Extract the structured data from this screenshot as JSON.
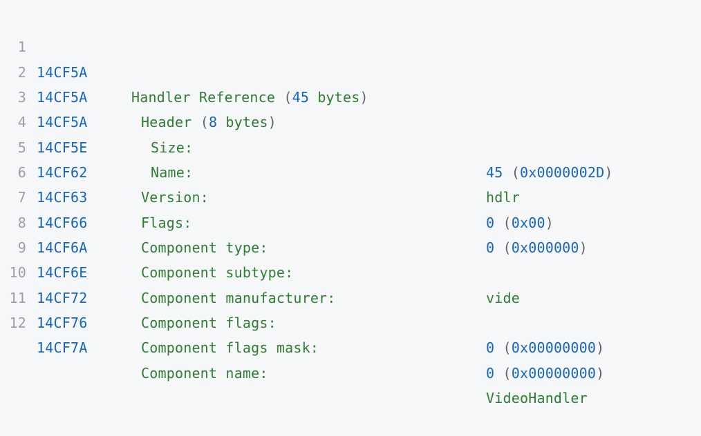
{
  "colors": {
    "background": "#f6f7f8",
    "line_number": "#9aa0a6",
    "address": "#1565c0",
    "label": "#2e7d32",
    "number": "#1565c0",
    "punctuation": "#5f6368"
  },
  "lines": [
    {
      "number": "1",
      "address": "14CF5A",
      "label_parts": {
        "text": "Handler Reference ",
        "open": "(",
        "num": "45",
        "unit": " bytes",
        "close": ")"
      }
    },
    {
      "number": "2",
      "address": "14CF5A",
      "label_parts": {
        "text": "Header ",
        "open": "(",
        "num": "8",
        "unit": " bytes",
        "close": ")"
      }
    },
    {
      "number": "3",
      "address": "14CF5A",
      "label": "Size:",
      "value_parts": {
        "num": "45",
        "open": " (",
        "hex": "0x0000002D",
        "close": ")"
      }
    },
    {
      "number": "4",
      "address": "14CF5E",
      "label": "Name:",
      "value_text": "hdlr"
    },
    {
      "number": "5",
      "address": "14CF62",
      "label": "Version:",
      "value_parts": {
        "num": "0",
        "open": " (",
        "hex": "0x00",
        "close": ")"
      }
    },
    {
      "number": "6",
      "address": "14CF63",
      "label": "Flags:",
      "value_parts": {
        "num": "0",
        "open": " (",
        "hex": "0x000000",
        "close": ")"
      }
    },
    {
      "number": "7",
      "address": "14CF66",
      "label": "Component type:"
    },
    {
      "number": "8",
      "address": "14CF6A",
      "label": "Component subtype:",
      "value_text": "vide"
    },
    {
      "number": "9",
      "address": "14CF6E",
      "label": "Component manufacturer:"
    },
    {
      "number": "10",
      "address": "14CF72",
      "label": "Component flags:",
      "value_parts": {
        "num": "0",
        "open": " (",
        "hex": "0x00000000",
        "close": ")"
      }
    },
    {
      "number": "11",
      "address": "14CF76",
      "label": "Component flags mask:",
      "value_parts": {
        "num": "0",
        "open": " (",
        "hex": "0x00000000",
        "close": ")"
      }
    },
    {
      "number": "12",
      "address": "14CF7A",
      "label": "Component name:",
      "value_text": "VideoHandler"
    }
  ]
}
